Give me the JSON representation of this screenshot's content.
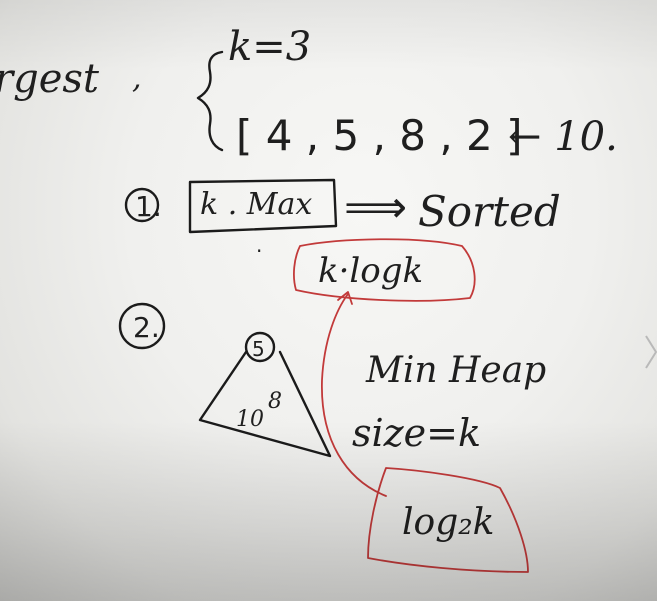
{
  "board": {
    "top_left_word": "rgest",
    "comma": ",",
    "k_value": "k=3",
    "array": "[ 4 , 5 , 8 , 2 ]",
    "arrow_value": "← 10.",
    "step1_marker": "1.",
    "step1_box": "k . Max",
    "implies_arrow": "⟹",
    "sorted_word": "Sorted",
    "dot": "·",
    "k_logk": "k·logk",
    "step2_marker": "2.",
    "heap_root": "5",
    "heap_left": "10",
    "heap_right": "8",
    "min_heap": "Min Heap",
    "size_k": "size=k",
    "log2k": "log₂k"
  },
  "colors": {
    "ink": "#1b1b1b",
    "red_ink": "#c23a3a",
    "board": "#f2f2f0"
  }
}
